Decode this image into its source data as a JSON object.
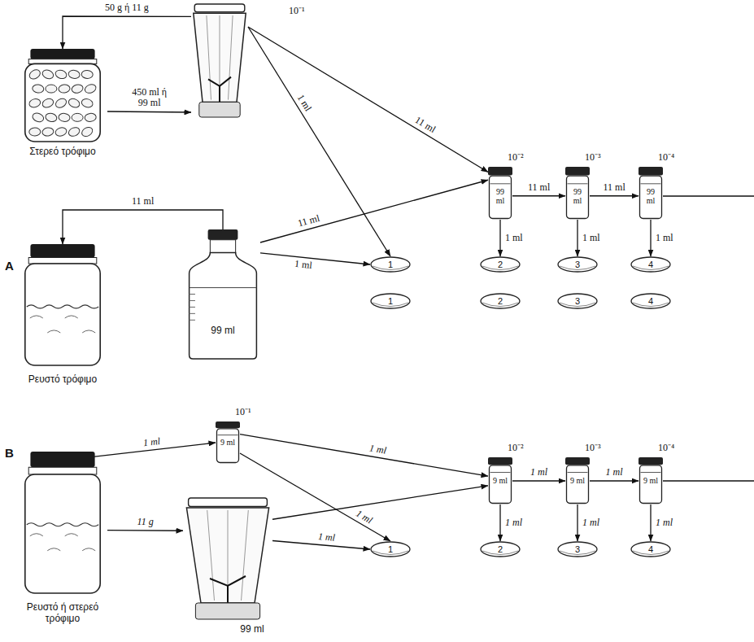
{
  "diagram": {
    "nodes": [
      {
        "text": [
          "Στερεό τρόφιμο"
        ]
      },
      {
        "text": [
          "10⁻¹"
        ]
      },
      {
        "text": [
          "10⁻²",
          "99 ml"
        ]
      },
      {
        "text": [
          "10⁻³",
          "99 ml"
        ]
      },
      {
        "text": [
          "10⁻⁴",
          "99 ml"
        ]
      },
      {
        "text": [
          "Ρευστό τρόφιμο"
        ]
      },
      {
        "text": [
          "99 ml"
        ]
      },
      {
        "text": [
          "1"
        ]
      },
      {
        "text": [
          "2"
        ]
      },
      {
        "text": [
          "3"
        ]
      },
      {
        "text": [
          "4"
        ]
      },
      {
        "text": [
          "1"
        ]
      },
      {
        "text": [
          "2"
        ]
      },
      {
        "text": [
          "3"
        ]
      },
      {
        "text": [
          "4"
        ]
      },
      {
        "text": [
          "Ρευστό ή στερεό τρόφιμο"
        ]
      },
      {
        "text": [
          "10⁻¹",
          "9 ml"
        ]
      },
      {
        "text": [
          "99 ml"
        ]
      },
      {
        "text": [
          "10⁻²",
          "9 ml"
        ]
      },
      {
        "text": [
          "10⁻³",
          "9 ml"
        ]
      },
      {
        "text": [
          "10⁻⁴",
          "9 ml"
        ]
      },
      {
        "text": [
          "1"
        ]
      },
      {
        "text": [
          "2"
        ]
      },
      {
        "text": [
          "3"
        ]
      },
      {
        "text": [
          "4"
        ]
      }
    ],
    "edges": [
      {
        "from": 1,
        "to": 0,
        "label": "50 g ή 11 g",
        "arrow": "to"
      },
      {
        "from": 0,
        "to": 1,
        "label": "450 ml ή 99 ml",
        "arrow": "to"
      },
      {
        "from": 1,
        "to": 2,
        "label": "11 ml",
        "arrow": "to"
      },
      {
        "from": 1,
        "to": 7,
        "label": "1 ml",
        "arrow": "to"
      },
      {
        "from": 6,
        "to": 5,
        "label": "11 ml",
        "arrow": "to"
      },
      {
        "from": 6,
        "to": 2,
        "label": "11 ml",
        "arrow": "to"
      },
      {
        "from": 6,
        "to": 7,
        "label": "1 ml",
        "arrow": "to"
      },
      {
        "from": 2,
        "to": 3,
        "label": "11 ml",
        "arrow": "to"
      },
      {
        "from": 3,
        "to": 4,
        "label": "11 ml",
        "arrow": "to"
      },
      {
        "from": 2,
        "to": 8,
        "label": "1 ml",
        "arrow": "to"
      },
      {
        "from": 3,
        "to": 9,
        "label": "1 ml",
        "arrow": "to"
      },
      {
        "from": 4,
        "to": 10,
        "label": "1 ml",
        "arrow": "to"
      },
      {
        "from": 15,
        "to": 16,
        "label": "1 ml",
        "arrow": "to"
      },
      {
        "from": 15,
        "to": 17,
        "label": "11 g",
        "arrow": "to"
      },
      {
        "from": 16,
        "to": 18,
        "label": "1 ml",
        "arrow": "to"
      },
      {
        "from": 16,
        "to": 21,
        "label": "1 ml",
        "arrow": "to"
      },
      {
        "from": 17,
        "to": 18,
        "arrow": "to"
      },
      {
        "from": 17,
        "to": 21,
        "label": "1 ml",
        "arrow": "to"
      },
      {
        "from": 18,
        "to": 19,
        "label": "1 ml",
        "arrow": "to"
      },
      {
        "from": 19,
        "to": 20,
        "label": "1 ml",
        "arrow": "to"
      },
      {
        "from": 18,
        "to": 22,
        "label": "1 ml",
        "arrow": "to"
      },
      {
        "from": 19,
        "to": 23,
        "label": "1 ml",
        "arrow": "to"
      },
      {
        "from": 20,
        "to": 24,
        "label": "1 ml",
        "arrow": "to"
      }
    ],
    "labels": [
      "A",
      "B"
    ]
  }
}
